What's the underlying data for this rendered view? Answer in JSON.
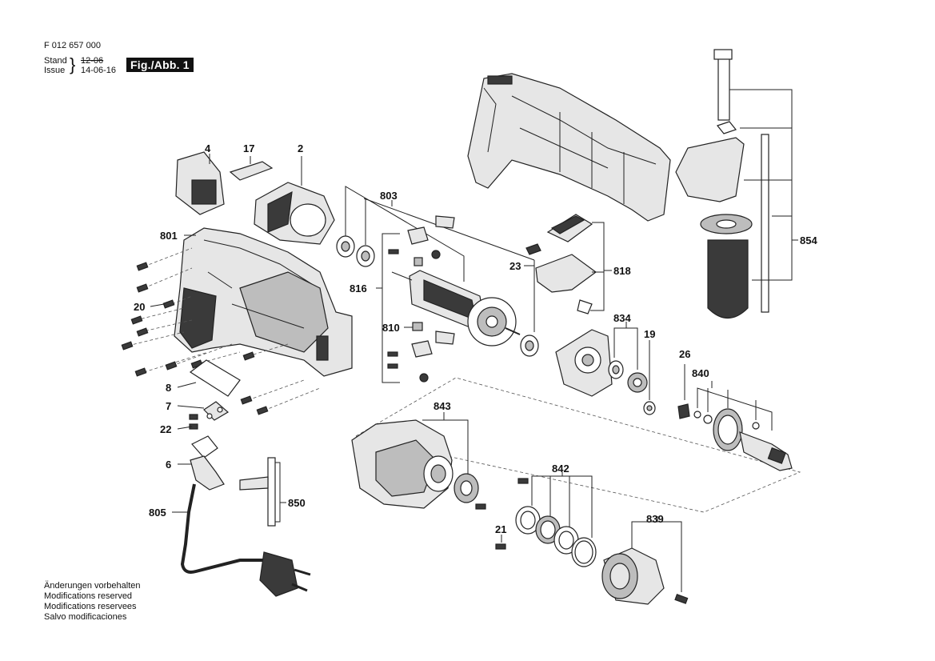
{
  "header": {
    "part_number": "F 012 657 000",
    "stand_label": "Stand",
    "issue_label": "Issue",
    "brace": "}",
    "date_struck": "12-06",
    "date_current": "14-06-16",
    "figure_label": "Fig./Abb. 1"
  },
  "notes": [
    "Änderungen vorbehalten",
    "Modifications reserved",
    "Modifications reservees",
    "Salvo modificaciones"
  ],
  "callouts": {
    "c2": "2",
    "c4": "4",
    "c6": "6",
    "c7": "7",
    "c8": "8",
    "c17": "17",
    "c19": "19",
    "c20": "20",
    "c21": "21",
    "c22": "22",
    "c23": "23",
    "c26": "26",
    "c801": "801",
    "c803": "803",
    "c805": "805",
    "c810": "810",
    "c816": "816",
    "c818": "818",
    "c834": "834",
    "c839": "839",
    "c840": "840",
    "c842": "842",
    "c843": "843",
    "c850": "850",
    "c854": "854"
  }
}
